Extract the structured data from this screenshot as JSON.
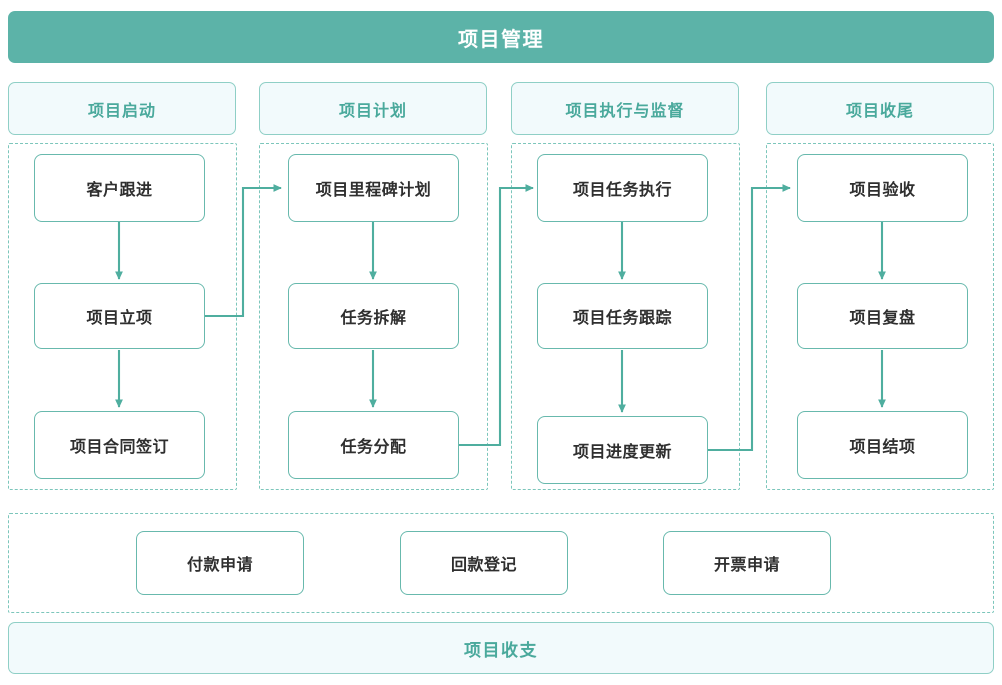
{
  "header": {
    "title": "项目管理"
  },
  "phases": [
    {
      "id": "initiation",
      "header": "项目启动",
      "nodes": [
        "客户跟进",
        "项目立项",
        "项目合同签订"
      ]
    },
    {
      "id": "planning",
      "header": "项目计划",
      "nodes": [
        "项目里程碑计划",
        "任务拆解",
        "任务分配"
      ]
    },
    {
      "id": "execution",
      "header": "项目执行与监督",
      "nodes": [
        "项目任务执行",
        "项目任务跟踪",
        "项目进度更新"
      ]
    },
    {
      "id": "closing",
      "header": "项目收尾",
      "nodes": [
        "项目验收",
        "项目复盘",
        "项目结项"
      ]
    }
  ],
  "finance": {
    "nodes": [
      "付款申请",
      "回款登记",
      "开票申请"
    ]
  },
  "footer": {
    "title": "项目收支"
  },
  "colors": {
    "brand_teal": "#5cb3a8",
    "border_teal": "#68b9ad",
    "dashed_teal": "#7cc6bb",
    "header_bg": "#f2fafc",
    "header_text": "#4aa99c",
    "node_text": "#2f2f2f",
    "connector": "#4fae9f",
    "page_bg": "#ffffff"
  }
}
